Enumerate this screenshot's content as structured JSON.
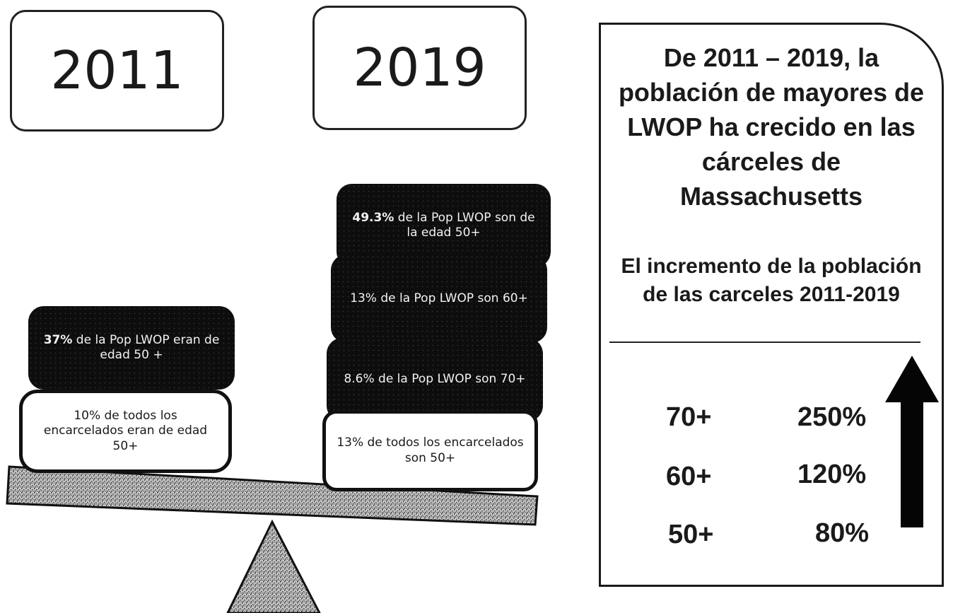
{
  "years": {
    "left": "2011",
    "right": "2019"
  },
  "left_stack": [
    {
      "bold": "37%",
      "text": " de la Pop LWOP eran de edad 50 +",
      "style": "dark"
    },
    {
      "bold": "",
      "text": "10% de todos los encarcelados eran de edad 50+",
      "style": "light"
    }
  ],
  "right_stack": [
    {
      "bold": "49.3%",
      "text": " de la Pop LWOP son de la edad 50+",
      "style": "dark"
    },
    {
      "bold": "",
      "text": "13% de la Pop LWOP son 60+",
      "style": "dark"
    },
    {
      "bold": "",
      "text": "8.6% de la Pop LWOP son 70+",
      "style": "dark"
    },
    {
      "bold": "",
      "text": "13% de todos los encarcelados son  50+",
      "style": "light"
    }
  ],
  "panel": {
    "heading": "De 2011 – 2019, la población de mayores de LWOP ha crecido en las cárceles de Massachusetts",
    "subheading": "El incremento de la población de las carceles 2011-2019",
    "rows": [
      {
        "age": "70+",
        "increase": "250%"
      },
      {
        "age": "60+",
        "increase": "120%"
      },
      {
        "age": "50+",
        "increase": "80%"
      }
    ]
  },
  "colors": {
    "ink": "#111111",
    "block_dark": "#0d0d0d",
    "paper": "#ffffff"
  },
  "icons": {
    "growth_arrow": "up-arrow-icon"
  }
}
